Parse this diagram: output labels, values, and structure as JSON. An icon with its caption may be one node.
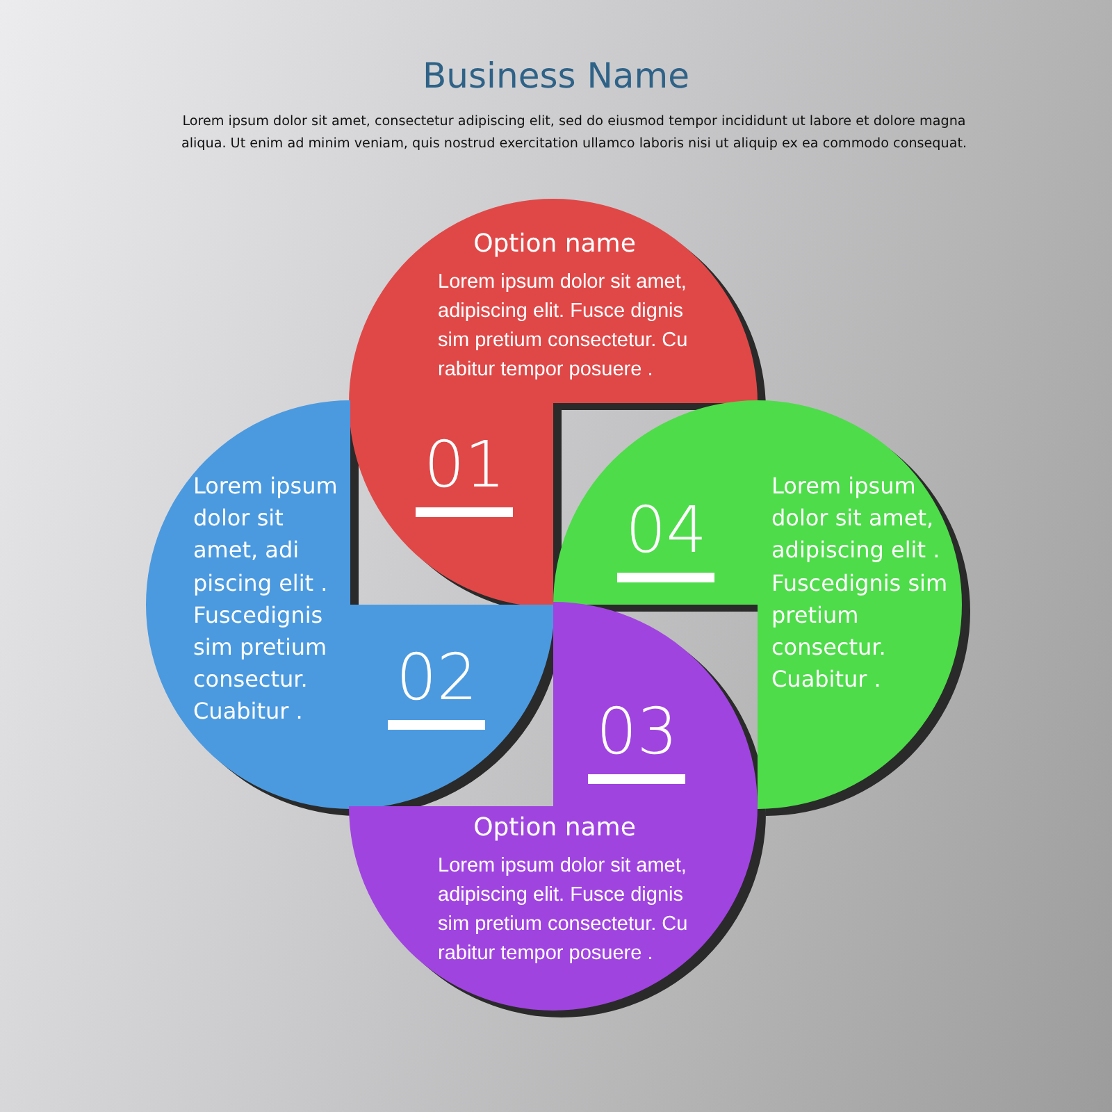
{
  "diagram": {
    "title": "Business Name",
    "nodes": [
      {
        "text": [
          "Option name",
          "Lorem ipsum dolor sit amet, adipiscing elit. Fusce dignis sim pretium consectetur. Cu rabitur tempor posuere .",
          "01"
        ]
      },
      {
        "text": [
          "Lorem ipsum dolor sit amet, adi piscing elit . Fuscedignis sim pretium consectur. Cuabitur .",
          "02"
        ]
      },
      {
        "text": [
          "04",
          "Lorem ipsum dolor sit amet, adipiscing elit . Fuscedignis sim pretium consectur. Cuabitur ."
        ]
      },
      {
        "text": [
          "03",
          "Option name",
          "Lorem ipsum dolor sit amet, adipiscing elit. Fusce dignis sim pretium consectetur. Cu rabitur tempor posuere ."
        ]
      }
    ],
    "labels": [
      "Lorem ipsum dolor sit amet, consectetur adipiscing elit, sed do eiusmod tempor incididunt ut labore et dolore magna aliqua. Ut enim ad minim veniam, quis nostrud exercitation ullamco laboris nisi ut aliquip ex ea commodo consequat."
    ]
  }
}
